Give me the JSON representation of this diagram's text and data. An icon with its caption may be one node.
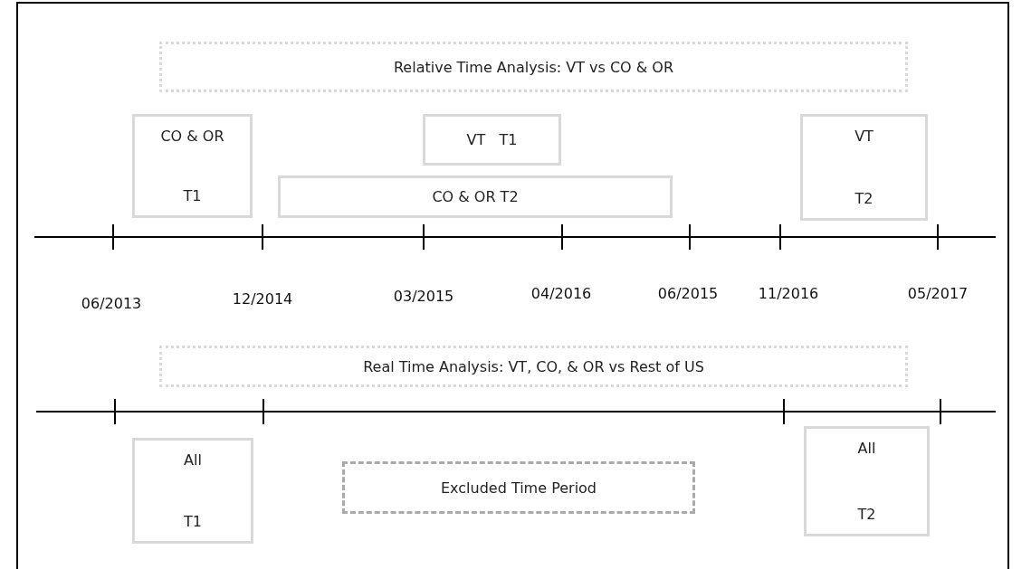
{
  "diagram": {
    "nodes": [
      {
        "text": [
          "Relative Time Analysis: VT vs CO & OR"
        ]
      },
      {
        "text": [
          "CO & OR",
          "T1"
        ]
      },
      {
        "text": [
          "VT   T1"
        ]
      },
      {
        "text": [
          "CO & OR T2"
        ]
      },
      {
        "text": [
          "VT",
          "T2"
        ]
      },
      {
        "text": [
          "Real Time Analysis: VT, CO, & OR vs Rest of US"
        ]
      },
      {
        "text": [
          "All",
          "T1"
        ]
      },
      {
        "text": [
          "Excluded Time Period"
        ]
      },
      {
        "text": [
          "All",
          "T2"
        ]
      }
    ],
    "edges": [],
    "labels": [
      "06/2013",
      "12/2014",
      "03/2015",
      "04/2016",
      "06/2015",
      "11/2016",
      "05/2017"
    ]
  }
}
